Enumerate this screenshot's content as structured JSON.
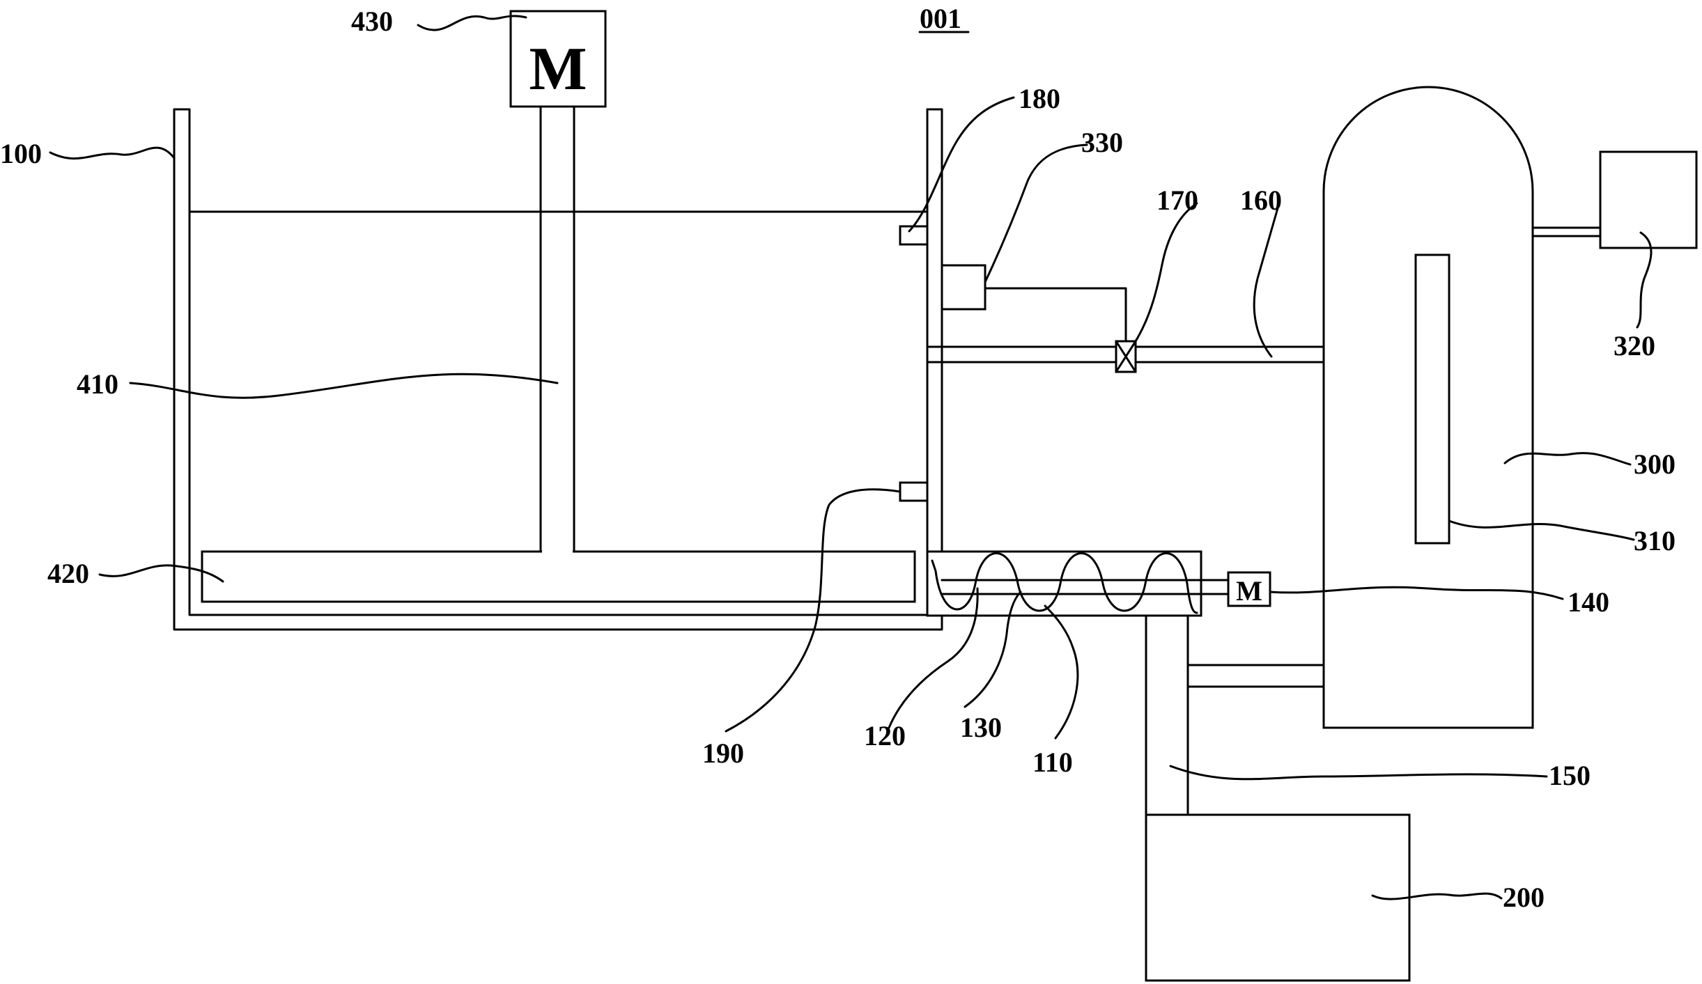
{
  "figure": {
    "id_label": "001",
    "motor_symbol": "M",
    "small_motor_symbol": "M",
    "labels": {
      "l100": "100",
      "l110": "110",
      "l120": "120",
      "l130": "130",
      "l140": "140",
      "l150": "150",
      "l160": "160",
      "l170": "170",
      "l180": "180",
      "l190": "190",
      "l200": "200",
      "l300": "300",
      "l310": "310",
      "l320": "320",
      "l330": "330",
      "l410": "410",
      "l420": "420",
      "l430": "430"
    }
  }
}
